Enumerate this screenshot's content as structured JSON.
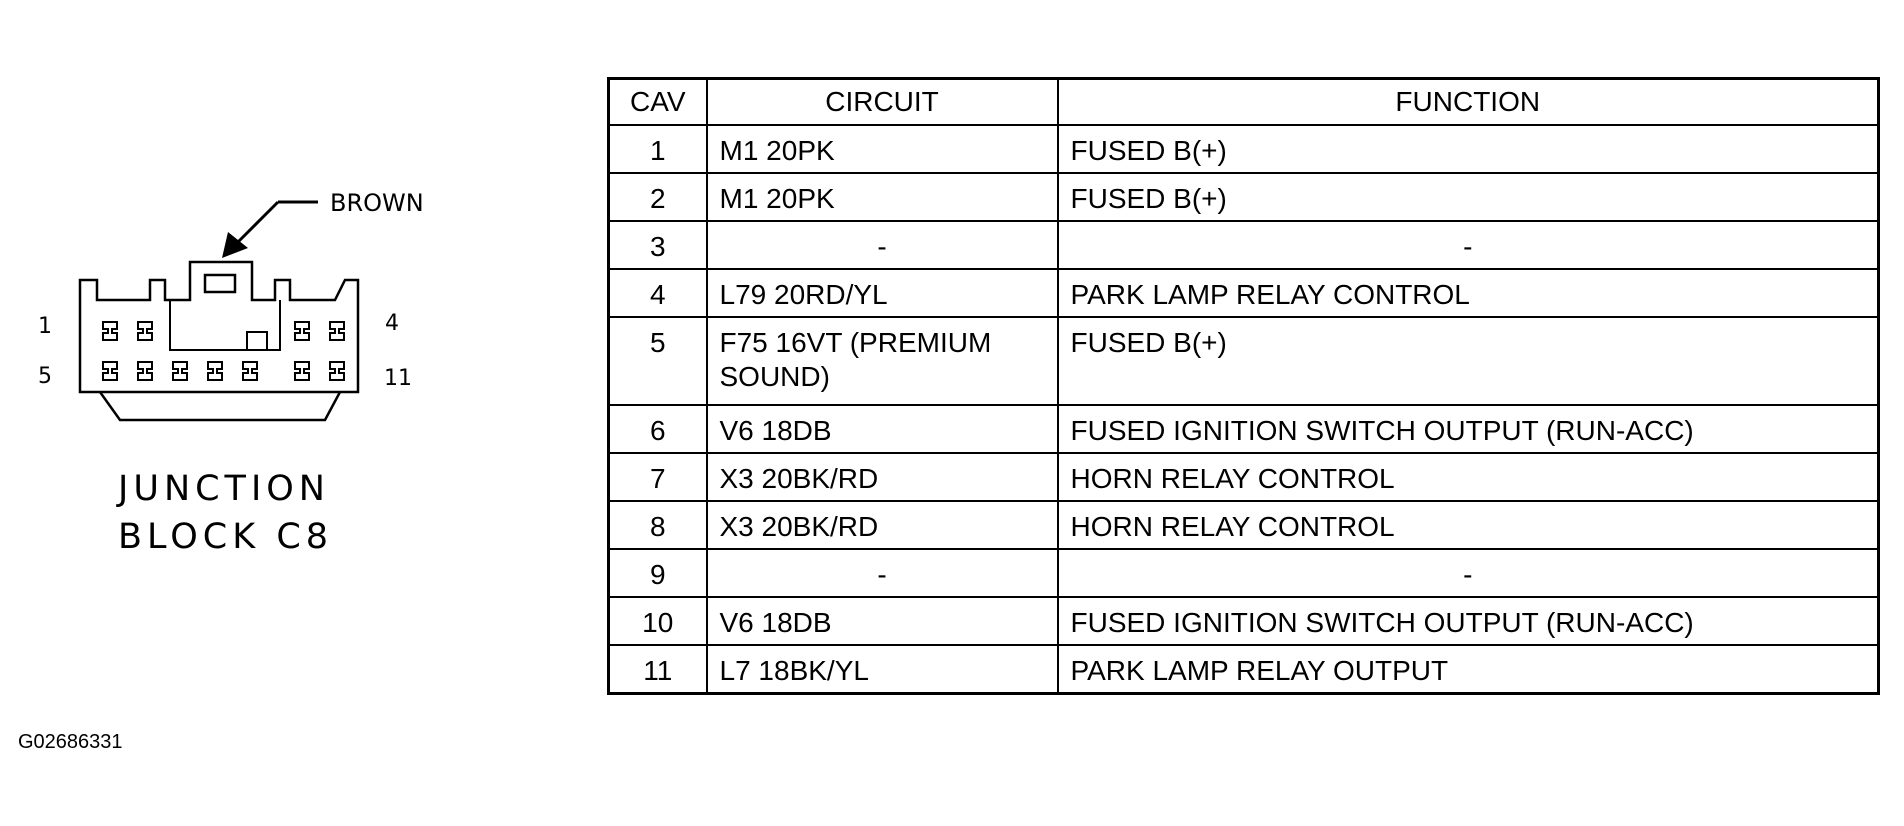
{
  "connector": {
    "color_callout": "BROWN",
    "pin_labels": {
      "top_left": "1",
      "top_right": "4",
      "bottom_left": "5",
      "bottom_right": "11"
    },
    "caption_line1": "JUNCTION",
    "caption_line2": "BLOCK C8"
  },
  "table": {
    "headers": [
      "CAV",
      "CIRCUIT",
      "FUNCTION"
    ],
    "rows": [
      {
        "cav": "1",
        "circuit": "M1 20PK",
        "function": "FUSED B(+)"
      },
      {
        "cav": "2",
        "circuit": "M1 20PK",
        "function": "FUSED B(+)"
      },
      {
        "cav": "3",
        "circuit": "-",
        "function": "-"
      },
      {
        "cav": "4",
        "circuit": "L79 20RD/YL",
        "function": "PARK LAMP RELAY CONTROL"
      },
      {
        "cav": "5",
        "circuit": "F75 16VT (PREMIUM SOUND)",
        "function": "FUSED B(+)"
      },
      {
        "cav": "6",
        "circuit": "V6 18DB",
        "function": "FUSED IGNITION SWITCH OUTPUT (RUN-ACC)"
      },
      {
        "cav": "7",
        "circuit": "X3 20BK/RD",
        "function": "HORN RELAY CONTROL"
      },
      {
        "cav": "8",
        "circuit": "X3 20BK/RD",
        "function": "HORN RELAY CONTROL"
      },
      {
        "cav": "9",
        "circuit": "-",
        "function": "-"
      },
      {
        "cav": "10",
        "circuit": "V6 18DB",
        "function": "FUSED IGNITION SWITCH OUTPUT (RUN-ACC)"
      },
      {
        "cav": "11",
        "circuit": "L7 18BK/YL",
        "function": "PARK LAMP RELAY OUTPUT"
      }
    ]
  },
  "figure_id": "G02686331"
}
